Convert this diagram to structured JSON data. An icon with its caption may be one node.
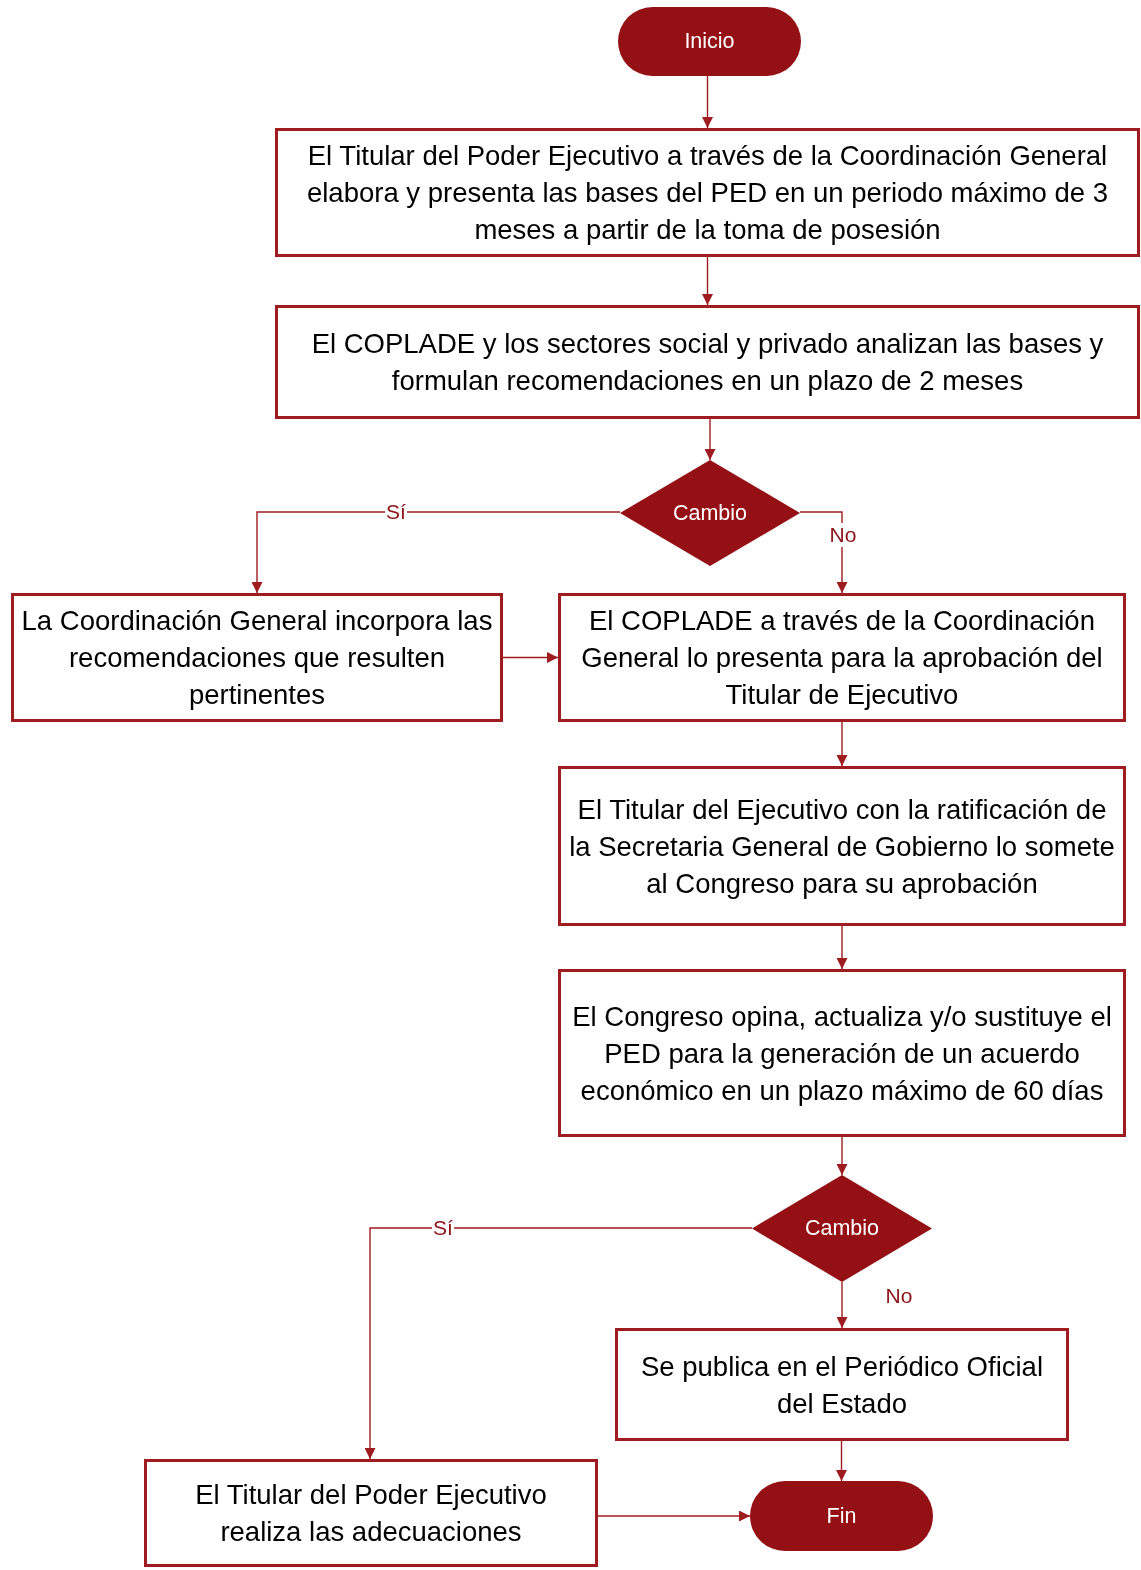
{
  "diagram": {
    "nodes": [
      {
        "text": [
          "Inicio"
        ]
      },
      {
        "text": [
          "El Titular del Poder Ejecutivo a través de la Coordinación General elabora y presenta las bases del PED en un periodo máximo de 3 meses a partir de la toma de posesión"
        ]
      },
      {
        "text": [
          "El COPLADE y los sectores social y privado analizan las bases y formulan recomendaciones en un plazo de 2 meses"
        ]
      },
      {
        "text": [
          "Cambio"
        ]
      },
      {
        "text": [
          "La Coordinación General incorpora las recomendaciones que resulten pertinentes"
        ]
      },
      {
        "text": [
          "El COPLADE a través de la Coordinación General lo presenta para la aprobación del Titular de Ejecutivo"
        ]
      },
      {
        "text": [
          "El Titular del Ejecutivo con la ratificación de la Secretaria General de Gobierno lo somete al Congreso para su aprobación"
        ]
      },
      {
        "text": [
          "El Congreso opina, actualiza y/o sustituye el PED para la generación de un acuerdo económico en un plazo máximo de 60 días"
        ]
      },
      {
        "text": [
          "Cambio"
        ]
      },
      {
        "text": [
          "Se publica en el Periódico Oficial del Estado"
        ]
      },
      {
        "text": [
          "El Titular del Poder Ejecutivo realiza las adecuaciones"
        ]
      },
      {
        "text": [
          "Fin"
        ]
      }
    ],
    "edges": [
      {
        "from": 0,
        "to": 1,
        "arrow": "to"
      },
      {
        "from": 1,
        "to": 2,
        "arrow": "to"
      },
      {
        "from": 2,
        "to": 3,
        "arrow": "to"
      },
      {
        "from": 3,
        "to": 4,
        "arrow": "to",
        "label": "Sí"
      },
      {
        "from": 3,
        "to": 5,
        "arrow": "to",
        "label": "No"
      },
      {
        "from": 4,
        "to": 5,
        "arrow": "to"
      },
      {
        "from": 5,
        "to": 6,
        "arrow": "to"
      },
      {
        "from": 6,
        "to": 7,
        "arrow": "to"
      },
      {
        "from": 7,
        "to": 8,
        "arrow": "to"
      },
      {
        "from": 8,
        "to": 10,
        "arrow": "to",
        "label": "Sí"
      },
      {
        "from": 8,
        "to": 9,
        "arrow": "to",
        "label": "No"
      },
      {
        "from": 9,
        "to": 11,
        "arrow": "to"
      },
      {
        "from": 10,
        "to": 11,
        "arrow": "to"
      }
    ]
  }
}
